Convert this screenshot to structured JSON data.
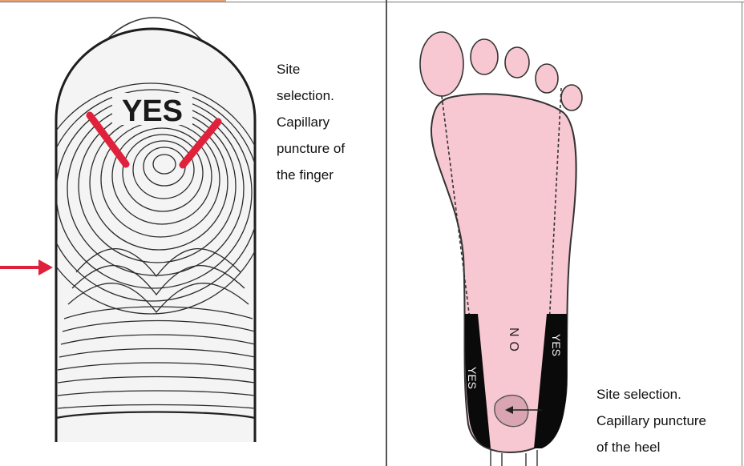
{
  "finger_panel": {
    "yes_label": "YES",
    "caption_lines": [
      "Site",
      "selection.",
      "Capillary",
      "puncture of",
      "the finger"
    ]
  },
  "foot_panel": {
    "yes_left_label": "YES",
    "yes_right_label": "YES",
    "no_label": "NO",
    "caption_lines": [
      "Site selection.",
      "Capillary puncture",
      "of the heel"
    ]
  },
  "colors": {
    "marker_red": "#e0213b",
    "foot_pink": "#f7c7d2",
    "shaded_zone": "#0a0a0a",
    "outline": "#222222"
  }
}
